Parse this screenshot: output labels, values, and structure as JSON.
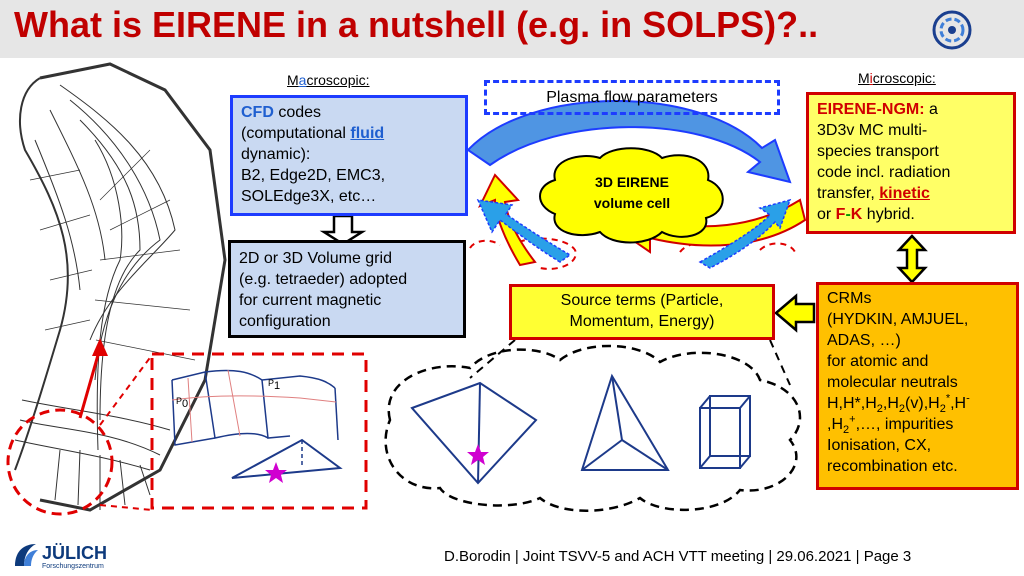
{
  "title": "What is EIRENE in a nutshell (e.g. in SOLPS)?..",
  "headers": {
    "macro_pre": "M",
    "macro_accent": "a",
    "macro_post": "croscopic:",
    "micro_pre": "M",
    "micro_accent": "i",
    "micro_post": "croscopic:"
  },
  "cfd_box": {
    "cfd": "CFD",
    "codes": " codes",
    "comp": "(computational ",
    "fluid": "fluid",
    "dynamic": "dynamic):",
    "line4": "B2, Edge2D, EMC3,",
    "line5": "SOLEdge3X, etc…"
  },
  "grid_box": {
    "line1": "2D or 3D Volume grid",
    "line2": "(e.g. tetraeder) adopted",
    "line3": "for current magnetic",
    "line4": "configuration"
  },
  "plasma_box": {
    "label": "Plasma flow parameters"
  },
  "cell": {
    "line1": "3D EIRENE",
    "line2": "volume cell"
  },
  "eirene_box": {
    "name": "EIRENE-NGM:",
    "a": " a",
    "line2": "3D3v MC multi-",
    "line3": "species transport",
    "line4": "code incl. radiation",
    "transfer": "transfer, ",
    "kinetic": "kinetic",
    "or": "or ",
    "F": "F",
    "dash": "-",
    "K": "K",
    "hybrid": " hybrid."
  },
  "source_box": {
    "line1": "Source terms (Particle,",
    "line2": "Momentum, Energy)"
  },
  "crm_box": {
    "line1": "CRMs",
    "line2": "(HYDKIN, AMJUEL,",
    "line3": "ADAS, …)",
    "line4": "for atomic and",
    "line5": "molecular neutrals",
    "species_a": "H,H*,H",
    "sub2a": "2",
    "species_b": ",H",
    "sub2b": "2",
    "species_c": "(v),H",
    "sub2c": "2",
    "sup_star": "*",
    "species_d": ",H",
    "sup_minus": "-",
    "species_e": ",H",
    "sub2d": "2",
    "sup_plus": "+",
    "species_f": ",…, impurities",
    "line8": "Ionisation, CX,",
    "line9": "recombination etc."
  },
  "labels": {
    "P0": "P",
    "P0_sub": "0",
    "P1": "P",
    "P1_sub": "1"
  },
  "footer": "D.Borodin  | Joint TSVV-5 and ACH VTT meeting | 29.06.2021 |  Page 3",
  "logo": {
    "name": "JÜLICH",
    "sub": "Forschungszentrum"
  }
}
